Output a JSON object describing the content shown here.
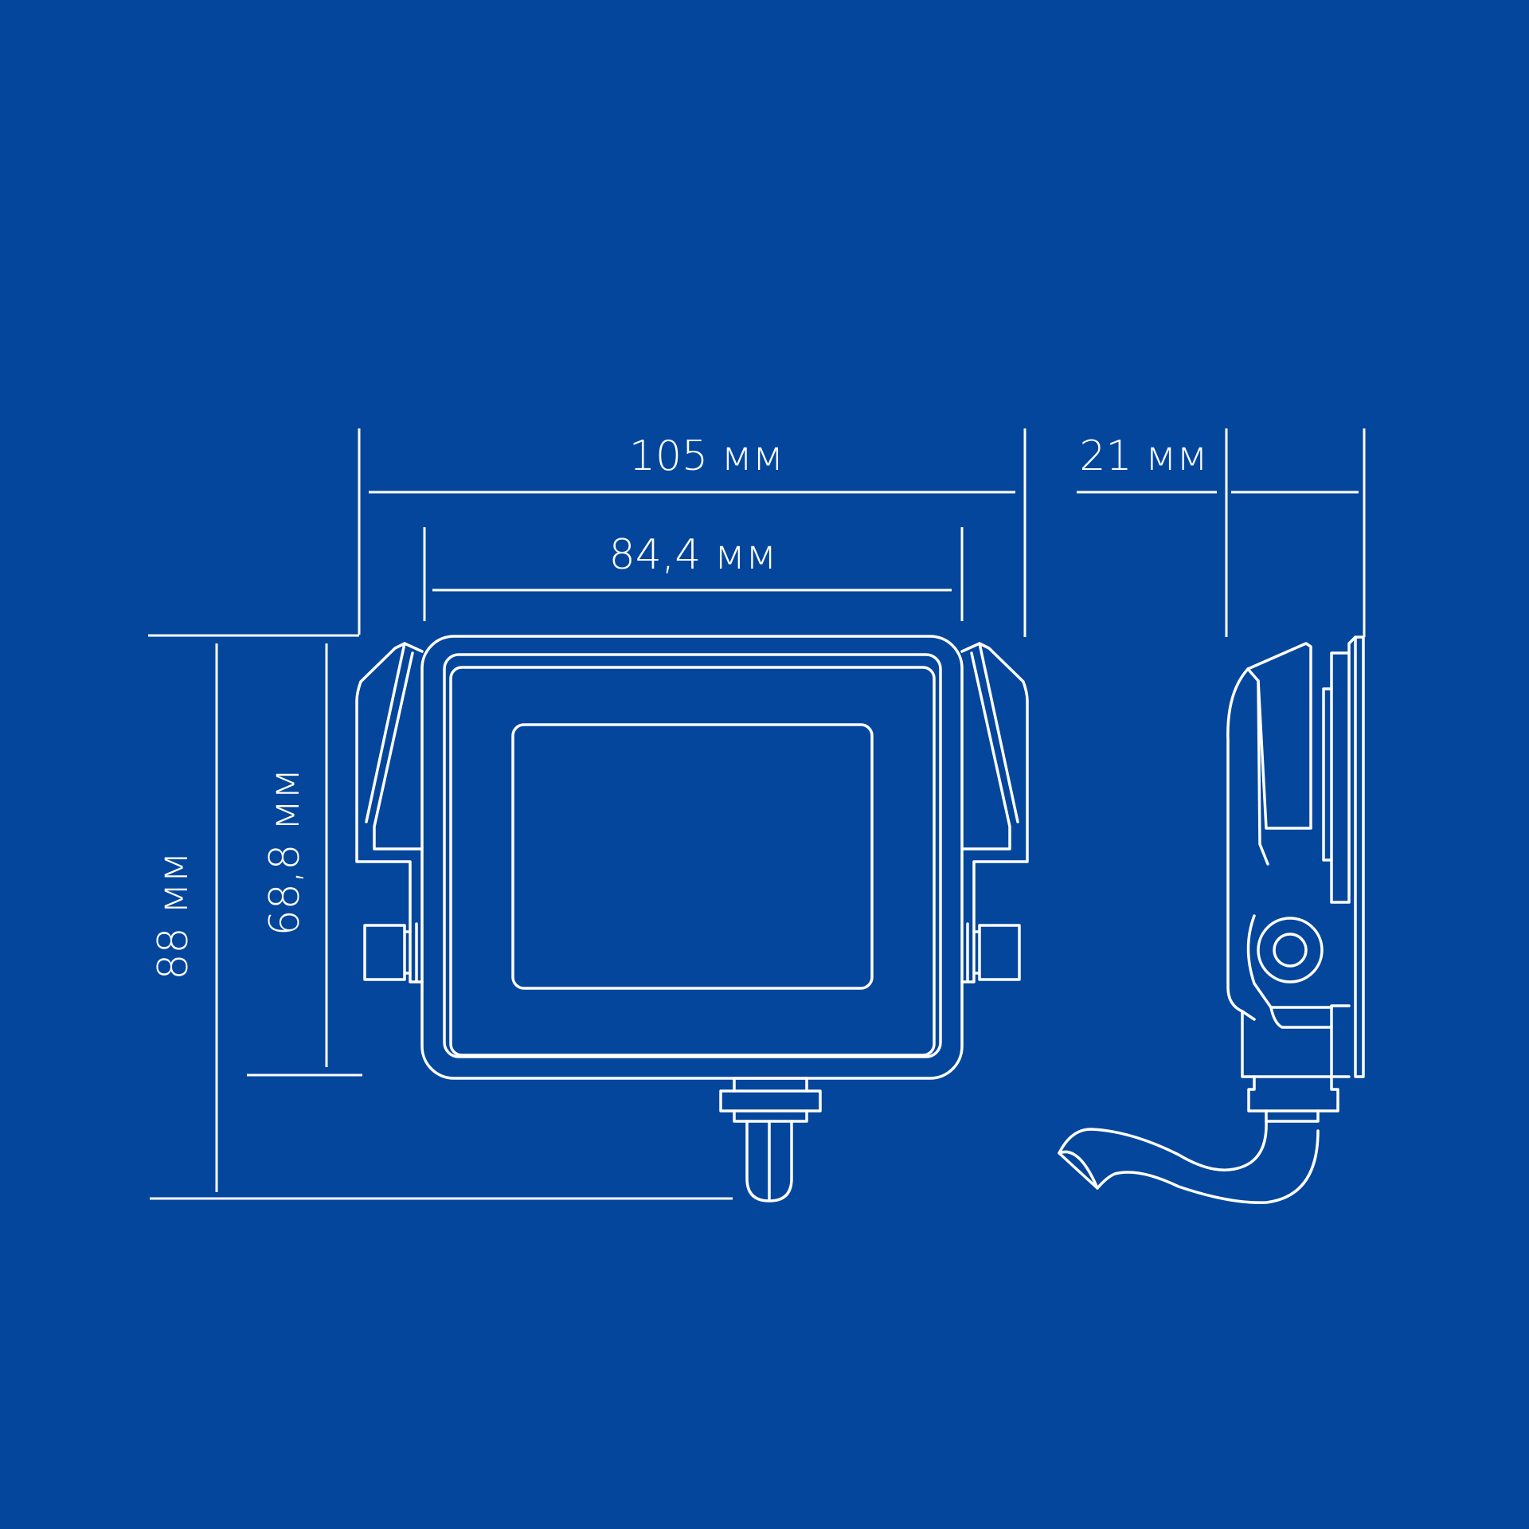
{
  "dimensions": {
    "overall_width": "105 мм",
    "inner_width": "84,4 мм",
    "depth": "21 мм",
    "overall_height": "88 мм",
    "inner_height": "68,8 мм"
  },
  "colors": {
    "background": "#04469c",
    "line": "#ffffff"
  }
}
